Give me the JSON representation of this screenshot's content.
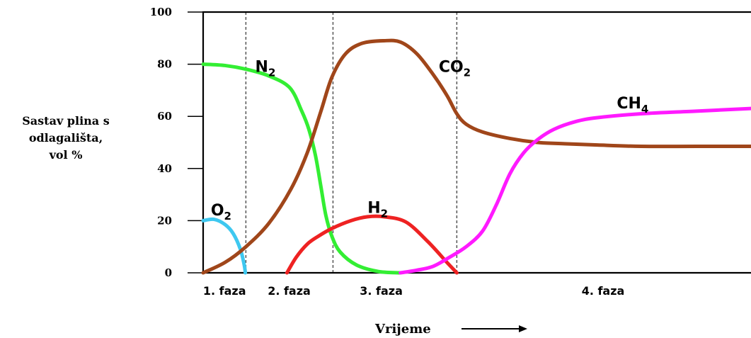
{
  "chart_data": {
    "type": "line",
    "ylabel_lines": [
      "Sastav plina s",
      "odlagališta,",
      "vol %"
    ],
    "xlabel": "Vrijeme",
    "ylim": [
      0,
      100
    ],
    "xlim": [
      0,
      100
    ],
    "yticks": [
      "0",
      "20",
      "40",
      "60",
      "80",
      "100"
    ],
    "grid": false,
    "phase_boundaries": [
      7.8,
      23.7,
      46.3
    ],
    "phases": [
      {
        "label": "1. faza",
        "x": 3.9
      },
      {
        "label": "2. faza",
        "x": 15.7
      },
      {
        "label": "3. faza",
        "x": 32.5
      },
      {
        "label": "4. faza",
        "x": 73
      }
    ],
    "series": [
      {
        "name": "O2",
        "label_main": "O",
        "label_sub": "2",
        "color": "#3ec8f0",
        "points": [
          [
            0,
            20
          ],
          [
            2,
            20.5
          ],
          [
            4,
            18.5
          ],
          [
            5.5,
            15
          ],
          [
            6.8,
            9
          ],
          [
            7.5,
            3
          ],
          [
            7.7,
            0
          ]
        ]
      },
      {
        "name": "N2",
        "label_main": "N",
        "label_sub": "2",
        "color": "#33ee33",
        "points": [
          [
            0,
            80
          ],
          [
            4,
            79.5
          ],
          [
            8,
            78
          ],
          [
            12,
            75.5
          ],
          [
            15.8,
            71
          ],
          [
            18,
            62
          ],
          [
            19.3,
            55
          ],
          [
            20.5,
            45
          ],
          [
            21.5,
            33
          ],
          [
            22.4,
            22
          ],
          [
            23.5,
            14
          ],
          [
            25,
            8
          ],
          [
            28,
            3
          ],
          [
            32,
            0.5
          ],
          [
            36,
            0
          ]
        ]
      },
      {
        "name": "CO2",
        "label_main": "CO",
        "label_sub": "2",
        "color": "#a0461a",
        "points": [
          [
            0,
            0
          ],
          [
            4,
            4
          ],
          [
            7.8,
            10
          ],
          [
            12,
            19
          ],
          [
            16,
            32
          ],
          [
            19,
            46
          ],
          [
            21.5,
            62
          ],
          [
            23.5,
            75
          ],
          [
            26,
            84
          ],
          [
            29,
            88
          ],
          [
            33,
            89
          ],
          [
            36,
            88.5
          ],
          [
            39,
            84
          ],
          [
            42,
            76
          ],
          [
            44.5,
            68
          ],
          [
            46.3,
            61
          ],
          [
            48,
            57
          ],
          [
            51,
            54
          ],
          [
            56,
            51.5
          ],
          [
            61,
            50
          ],
          [
            66,
            49.5
          ],
          [
            72,
            49
          ],
          [
            80,
            48.5
          ],
          [
            90,
            48.5
          ],
          [
            100,
            48.5
          ]
        ]
      },
      {
        "name": "H2",
        "label_main": "H",
        "label_sub": "2",
        "color": "#ee2222",
        "points": [
          [
            15.3,
            0
          ],
          [
            17,
            6
          ],
          [
            19,
            11
          ],
          [
            21,
            14
          ],
          [
            23.5,
            17
          ],
          [
            27,
            20
          ],
          [
            30,
            21.5
          ],
          [
            33,
            21.5
          ],
          [
            37,
            19.5
          ],
          [
            41,
            12
          ],
          [
            44.5,
            4
          ],
          [
            46.3,
            0
          ]
        ]
      },
      {
        "name": "CH4",
        "label_main": "CH",
        "label_sub": "4",
        "color": "#ff1aff",
        "points": [
          [
            36,
            0
          ],
          [
            39,
            1
          ],
          [
            42,
            2.5
          ],
          [
            45,
            6
          ],
          [
            48,
            10
          ],
          [
            51,
            16
          ],
          [
            53.5,
            26
          ],
          [
            56,
            38
          ],
          [
            58.5,
            46
          ],
          [
            61,
            51
          ],
          [
            64,
            55
          ],
          [
            68,
            58
          ],
          [
            72,
            59.5
          ],
          [
            80,
            61
          ],
          [
            90,
            62
          ],
          [
            100,
            63
          ]
        ]
      }
    ]
  }
}
